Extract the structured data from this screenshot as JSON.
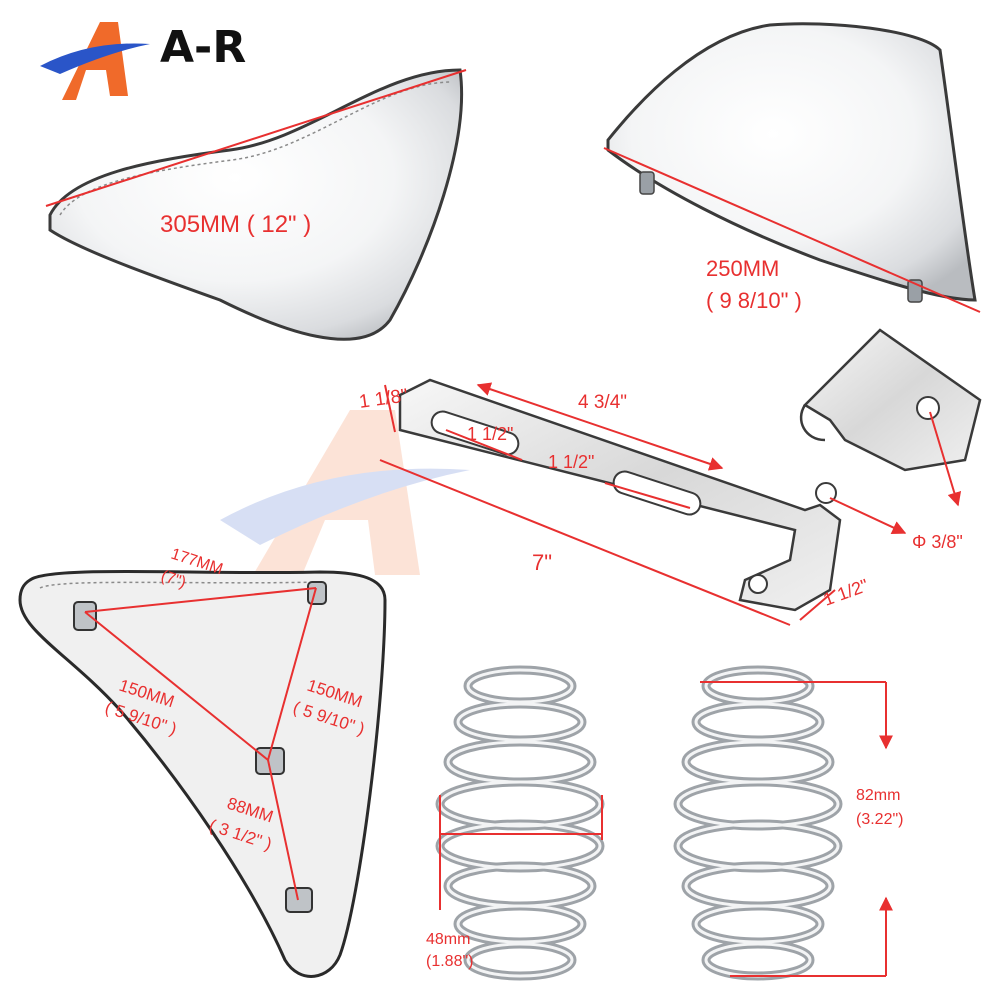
{
  "brand": {
    "name": "A-R"
  },
  "colors": {
    "dimension": "#e83030",
    "brand_orange": "#f06a2a",
    "brand_blue": "#2a55c8",
    "chrome": "#c9cdd2"
  },
  "labels": {
    "seat_width": "305MM ( 12\" )",
    "seat_pan_width": "250MM",
    "seat_pan_width_in": "( 9  8/10\" )",
    "bracket_top_width": "1 1/8\"",
    "bracket_slot_span": "4 3/4\"",
    "bracket_slot1": "1 1/2\"",
    "bracket_slot2": "1 1/2\"",
    "bracket_length": "7\"",
    "bracket_end_width": "1 1/2\"",
    "hole_diameter": "Φ 3/8\"",
    "base_top_mm": "177MM",
    "base_top_in": "(7\")",
    "base_left_mm": "150MM",
    "base_left_in": "( 5  9/10\" )",
    "base_right_mm": "150MM",
    "base_right_in": "( 5  9/10\" )",
    "base_lower_mm": "88MM",
    "base_lower_in": "( 3  1/2\" )",
    "spring_width_mm": "48mm",
    "spring_width_in": "(1.88\")",
    "spring_height_mm": "82mm",
    "spring_height_in": "(3.22\")"
  }
}
